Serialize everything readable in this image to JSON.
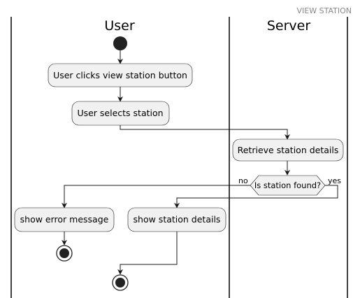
{
  "header": {
    "title": "VIEW STATION"
  },
  "swimlanes": [
    {
      "id": "user",
      "title": "User"
    },
    {
      "id": "server",
      "title": "Server"
    }
  ],
  "nodes": {
    "start": {
      "type": "start"
    },
    "click_button": {
      "type": "activity",
      "label": "User clicks view station button"
    },
    "select_station": {
      "type": "activity",
      "label": "User selects station"
    },
    "retrieve_details": {
      "type": "activity",
      "label": "Retrieve station details"
    },
    "decision": {
      "type": "decision",
      "label": "Is station found?"
    },
    "show_error": {
      "type": "activity",
      "label": "show error message"
    },
    "show_details": {
      "type": "activity",
      "label": "show station details"
    },
    "stop_error": {
      "type": "stop"
    },
    "stop_main": {
      "type": "stop"
    }
  },
  "branches": {
    "no_label": "no",
    "yes_label": "yes"
  },
  "colors": {
    "node_fill": "#f1f1f1",
    "node_stroke": "#181818",
    "header_text": "#888888"
  }
}
